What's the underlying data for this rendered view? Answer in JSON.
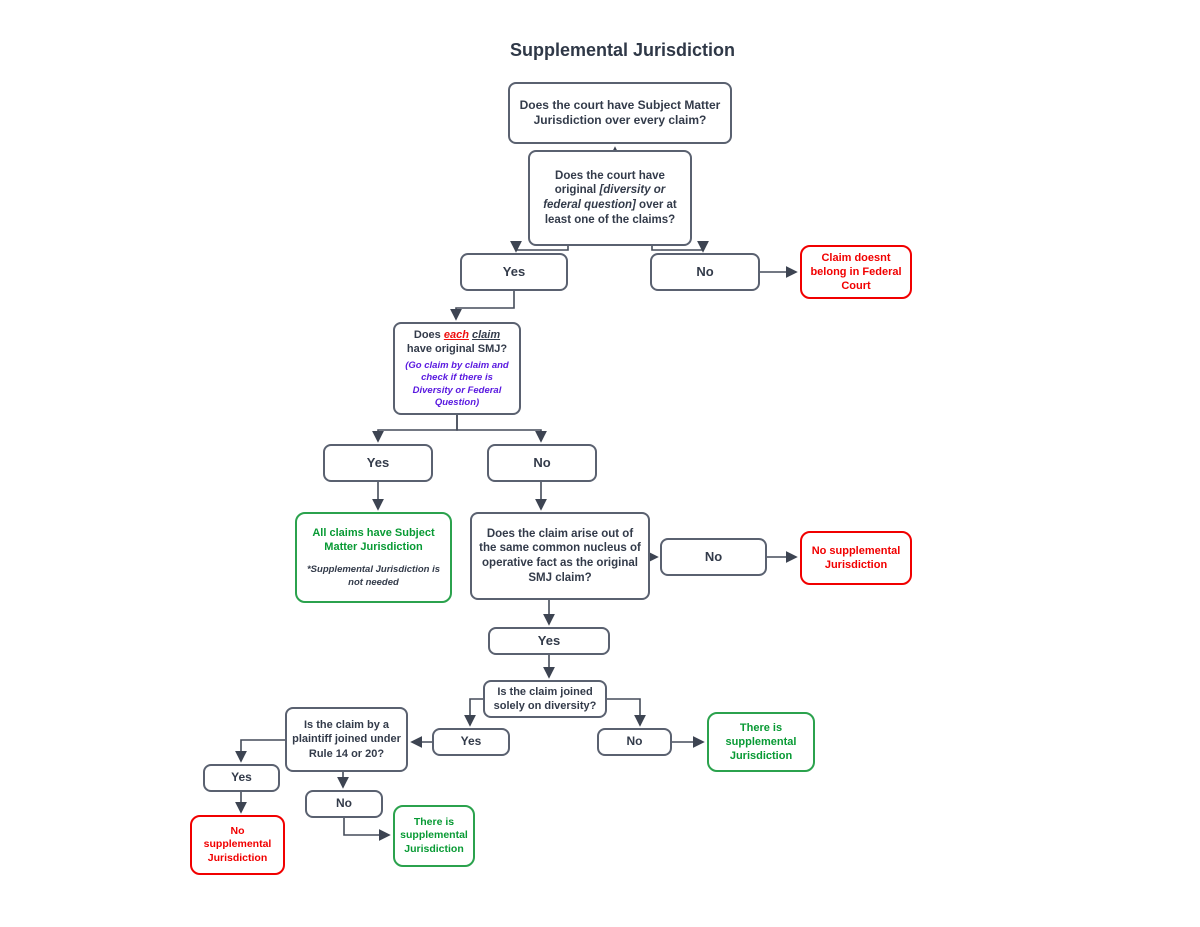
{
  "diagram": {
    "title": "Supplemental Jurisdiction",
    "colors": {
      "node_border": "#5a6170",
      "node_text": "#333b4a",
      "red": "#f10000",
      "green": "#089a34",
      "purple_note": "#5a1ae0"
    },
    "nodes": {
      "q_every_claim": "Does the court have Subject Matter Jurisdiction over every claim?",
      "q_original": {
        "pre": "Does the court have original ",
        "italic": "[diversity or federal question]",
        "post": " over at least one of the claims?"
      },
      "yes1": "Yes",
      "no1": "No",
      "claim_doesnt_belong": "Claim doesnt belong in Federal Court",
      "q_each_claim": {
        "pre": "Does ",
        "each": "each",
        "claim": "claim",
        "rest": " have original SMJ?",
        "note": "(Go claim by claim and check if there is Diversity or Federal Question)"
      },
      "yes2": "Yes",
      "no2": "No",
      "all_claims": {
        "main": "All claims have  Subject Matter Jurisdiction",
        "note": "*Supplemental Jurisdiction is not needed"
      },
      "q_nucleus": "Does the claim arise out of the same common nucleus of operative fact as the original SMJ claim?",
      "no3": "No",
      "no_supplemental_1": "No supplemental Jurisdiction",
      "yes3": "Yes",
      "q_diversity": "Is the claim  joined solely on diversity?",
      "yes4": "Yes",
      "no4": "No",
      "there_is_supplemental_1": "There is supplemental Jurisdiction",
      "q_rule": "Is the claim by a plaintiff joined under  Rule 14 or 20?",
      "yes5": "Yes",
      "no5": "No",
      "no_supplemental_2": "No supplemental Jurisdiction",
      "there_is_supplemental_2": "There is supplemental Jurisdiction"
    }
  }
}
